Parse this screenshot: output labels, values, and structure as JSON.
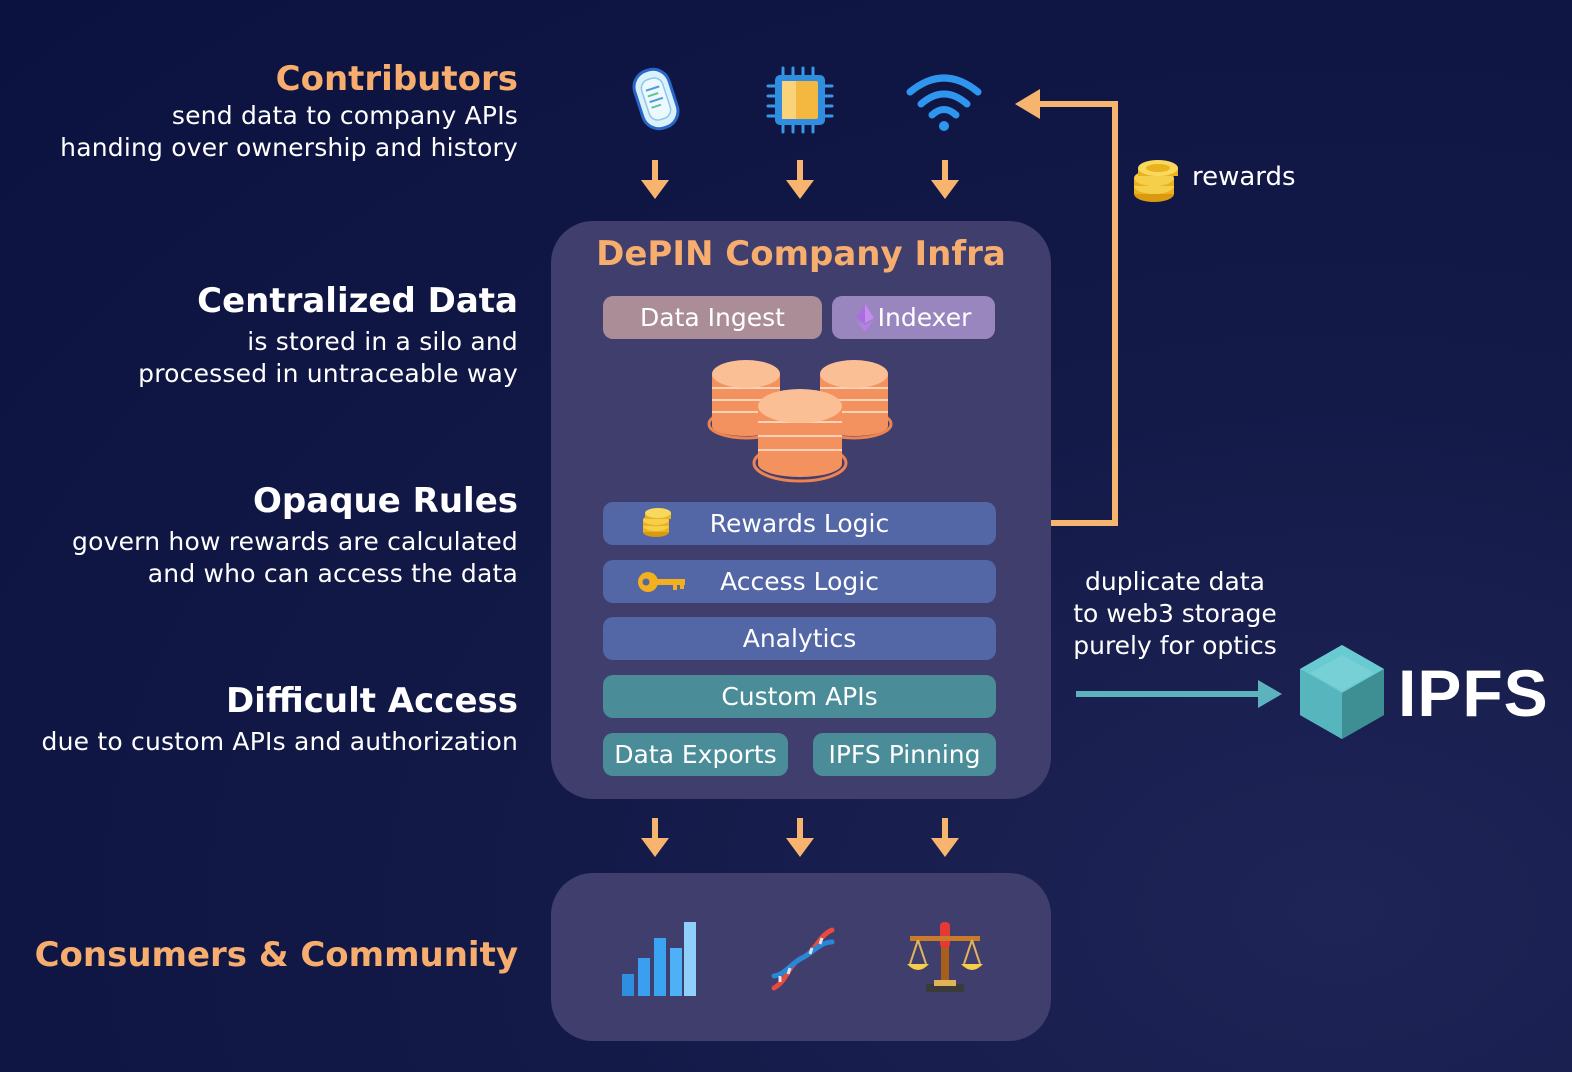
{
  "sections": [
    {
      "heading": "Contributors",
      "lines": [
        "send data to company APIs",
        "handing over ownership and history"
      ]
    },
    {
      "heading": "Centralized Data",
      "lines": [
        "is stored in a silo and",
        "processed in untraceable way"
      ]
    },
    {
      "heading": "Opaque Rules",
      "lines": [
        "govern how rewards are calculated",
        "and who can access the data"
      ]
    },
    {
      "heading": "Difficult Access",
      "lines": [
        "due to custom APIs and authorization"
      ]
    },
    {
      "heading": "Consumers & Community",
      "lines": []
    }
  ],
  "infra": {
    "title": "DePIN Company Infra",
    "data_ingest": "Data Ingest",
    "indexer": "Indexer",
    "rewards_logic": "Rewards Logic",
    "access_logic": "Access Logic",
    "analytics": "Analytics",
    "custom_apis": "Custom APIs",
    "data_exports": "Data Exports",
    "ipfs_pinning": "IPFS Pinning"
  },
  "rewards_label": "rewards",
  "duplicate": [
    "duplicate data",
    "to web3 storage",
    "purely for optics"
  ],
  "ipfs_label": "IPFS",
  "icons": {
    "contributors": [
      "wearable-device-icon",
      "chip-icon",
      "wifi-icon"
    ],
    "consumers": [
      "bar-chart-icon",
      "dna-icon",
      "scales-icon"
    ],
    "rewards": "coins-icon",
    "access": "key-icon",
    "indexer": "ethereum-icon",
    "storage": "database-icon",
    "ipfs": "ipfs-cube-icon"
  },
  "colors": {
    "accent_orange": "#f6ad6d",
    "arrow_orange": "#f7b46e",
    "teal_arrow": "#5db3bd",
    "panel": "#3f3e6d",
    "background": "#0b1240"
  }
}
